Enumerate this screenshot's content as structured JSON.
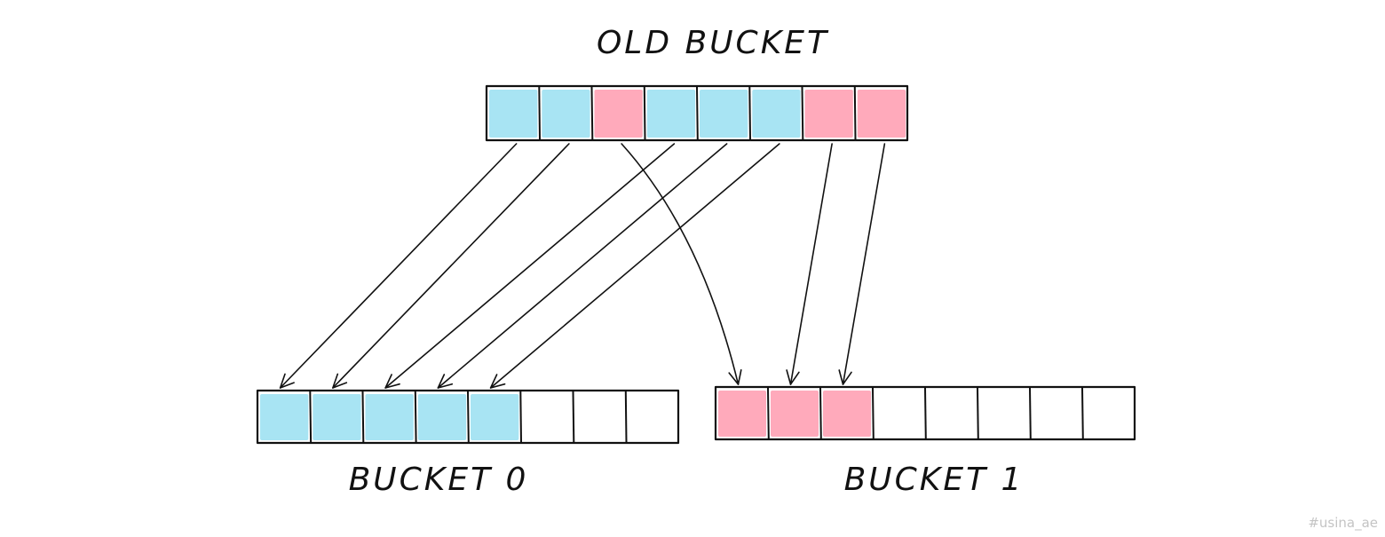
{
  "title": "OLD BUCKET",
  "colors": {
    "blue": "#a8e4f3",
    "pink": "#ffaabb",
    "empty": "#ffffff",
    "stroke": "#111111"
  },
  "old_bucket": {
    "label": "OLD BUCKET",
    "cells": [
      "blue",
      "blue",
      "pink",
      "blue",
      "blue",
      "blue",
      "pink",
      "pink"
    ]
  },
  "bucket0": {
    "label": "BUCKET 0",
    "cells": [
      "blue",
      "blue",
      "blue",
      "blue",
      "blue",
      "empty",
      "empty",
      "empty"
    ]
  },
  "bucket1": {
    "label": "BUCKET 1",
    "cells": [
      "pink",
      "pink",
      "pink",
      "empty",
      "empty",
      "empty",
      "empty",
      "empty"
    ]
  },
  "mapping": [
    {
      "from": 0,
      "to_bucket": "bucket0",
      "to": 0
    },
    {
      "from": 1,
      "to_bucket": "bucket0",
      "to": 1
    },
    {
      "from": 2,
      "to_bucket": "bucket1",
      "to": 0
    },
    {
      "from": 3,
      "to_bucket": "bucket0",
      "to": 2
    },
    {
      "from": 4,
      "to_bucket": "bucket0",
      "to": 3
    },
    {
      "from": 5,
      "to_bucket": "bucket0",
      "to": 4
    },
    {
      "from": 6,
      "to_bucket": "bucket1",
      "to": 1
    },
    {
      "from": 7,
      "to_bucket": "bucket1",
      "to": 2
    }
  ],
  "watermark": "#usina_ae"
}
